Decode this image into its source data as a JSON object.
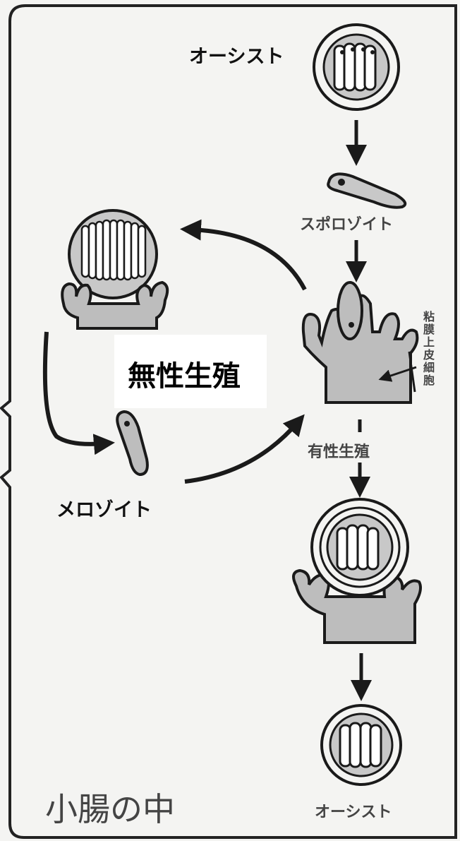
{
  "labels": {
    "oocyst_top": "オーシスト",
    "sporozoite": "スポロゾイト",
    "epithelial_cell": "粘膜上皮細胞",
    "asexual": "無性生殖",
    "sexual": "有性生殖",
    "merozoite": "メロゾイト",
    "location": "小腸の中",
    "oocyst_bottom": "オーシスト"
  },
  "colors": {
    "background": "#f4f4f2",
    "tissue": "#bdbdbd",
    "line": "#1a1a1a"
  }
}
